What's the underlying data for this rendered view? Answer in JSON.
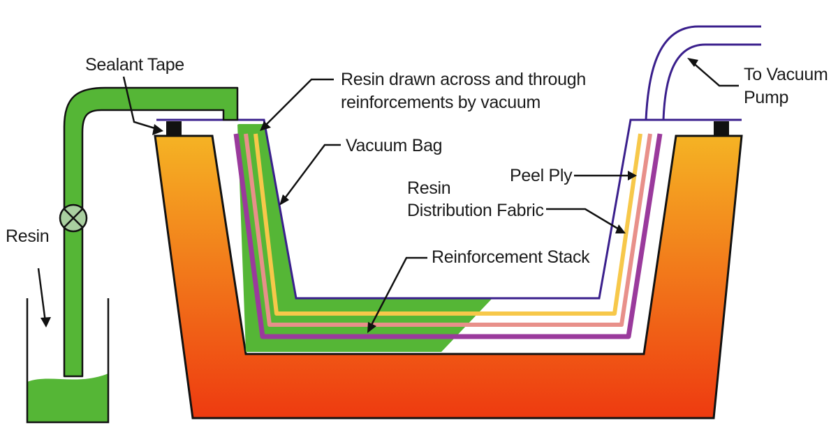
{
  "labels": {
    "sealant_tape": "Sealant Tape",
    "resin_drawn_line1": "Resin drawn across and through",
    "resin_drawn_line2": "reinforcements by vacuum",
    "vacuum_bag": "Vacuum Bag",
    "to_vacuum_line1": "To Vacuum",
    "to_vacuum_line2": "Pump",
    "peel_ply": "Peel Ply",
    "resin_dist_line1": "Resin",
    "resin_dist_line2": "Distribution Fabric",
    "reinforcement_stack": "Reinforcement Stack",
    "resin": "Resin"
  },
  "colors": {
    "mold_top": "#f5b324",
    "mold_bottom": "#ee3a10",
    "resin_green": "#55b636",
    "vacuum_bag": "#3a1f8c",
    "peel_ply": "#f7c84a",
    "distribution_fabric": "#e8908a",
    "reinforcement": "#9a3a9c",
    "valve": "#a9cfa0",
    "outline": "#111111"
  }
}
